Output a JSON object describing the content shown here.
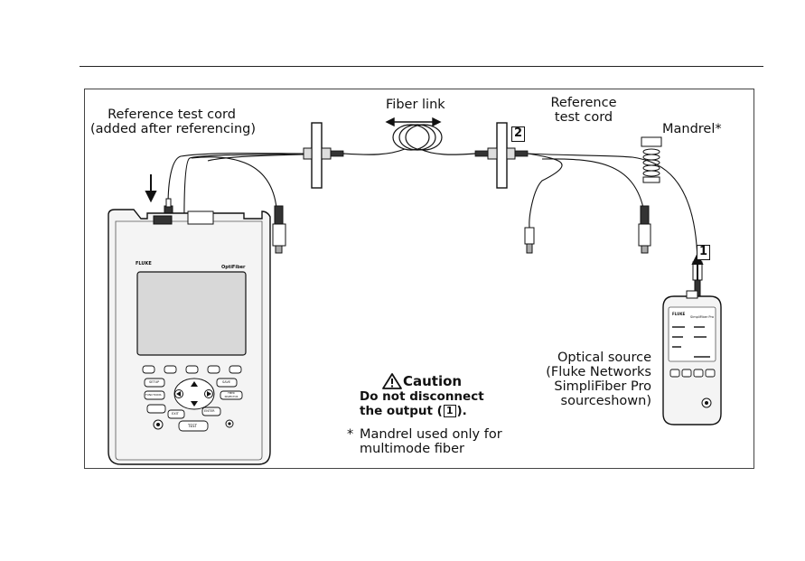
{
  "labels": {
    "reference_cord_left_line1": "Reference test cord",
    "reference_cord_left_line2": "(added after referencing)",
    "fiber_link": "Fiber link",
    "reference_cord_right_line1": "Reference",
    "reference_cord_right_line2": "test cord",
    "mandrel": "Mandrel*",
    "optical_source_line1": "Optical source",
    "optical_source_line2": "(Fluke Networks",
    "optical_source_line3": "SimpliFiber Pro",
    "optical_source_line4": "sourceshown)"
  },
  "callouts": {
    "one": "1",
    "two": "2"
  },
  "caution": {
    "title": "Caution",
    "line1": "Do not disconnect",
    "line2_prefix": "the output (",
    "line2_box": "1",
    "line2_suffix": ")."
  },
  "footnote": {
    "star": "*",
    "line1": "Mandrel used only for",
    "line2": "multimode fiber"
  },
  "meter_left": {
    "brand": "FLUKE",
    "model": "OptiFiber",
    "keys": {
      "setup": "SETUP",
      "save": "SAVE",
      "functions": "FUNCTIONS",
      "fiber_inspector": "FIBER INSPECTOR",
      "test": "TEST",
      "exit": "EXIT",
      "enter": "ENTER"
    }
  },
  "meter_right": {
    "brand": "FLUKE",
    "model": "SimpliFiber Pro"
  }
}
